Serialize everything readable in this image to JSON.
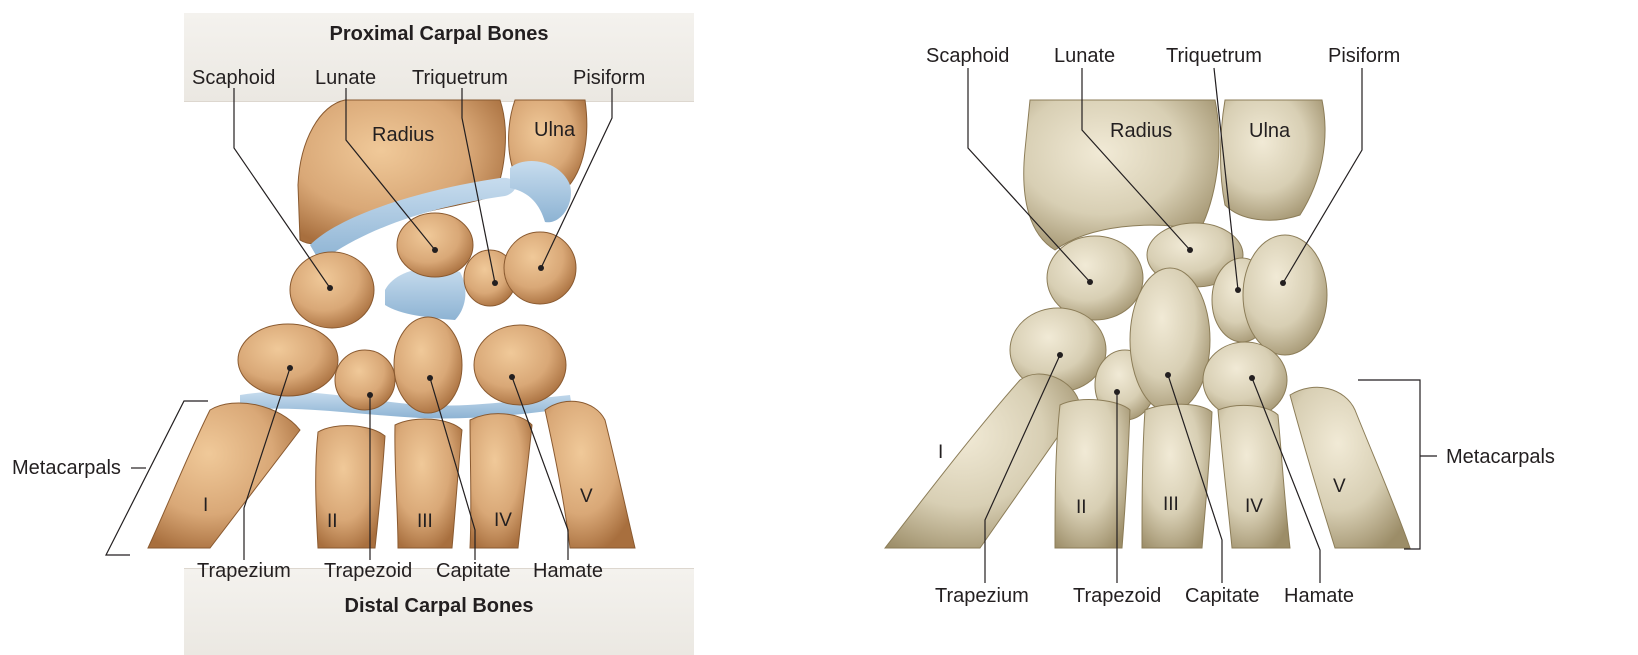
{
  "left_figure": {
    "header_title": "Proximal Carpal Bones",
    "footer_title": "Distal Carpal Bones",
    "proximal_labels": [
      "Scaphoid",
      "Lunate",
      "Triquetrum",
      "Pisiform"
    ],
    "forearm_labels": [
      "Radius",
      "Ulna"
    ],
    "group_label": "Metacarpals",
    "distal_labels": [
      "Trapezium",
      "Trapezoid",
      "Capitate",
      "Hamate"
    ],
    "metacarpal_numerals": [
      "I",
      "II",
      "III",
      "IV",
      "V"
    ]
  },
  "right_figure": {
    "proximal_labels": [
      "Scaphoid",
      "Lunate",
      "Triquetrum",
      "Pisiform"
    ],
    "forearm_labels": [
      "Radius",
      "Ulna"
    ],
    "group_label": "Metacarpals",
    "distal_labels": [
      "Trapezium",
      "Trapezoid",
      "Capitate",
      "Hamate"
    ],
    "metacarpal_numerals": [
      "I",
      "II",
      "III",
      "IV",
      "V"
    ]
  },
  "colors": {
    "bone_illustration": "#d9a877",
    "bone_illustration_shadow": "#b47c4a",
    "cartilage": "#a9c8e2",
    "bone_photo": "#d8cfb4",
    "bone_photo_shadow": "#a89a75",
    "leader_line": "#231f20",
    "banner": "#eeebe5"
  }
}
